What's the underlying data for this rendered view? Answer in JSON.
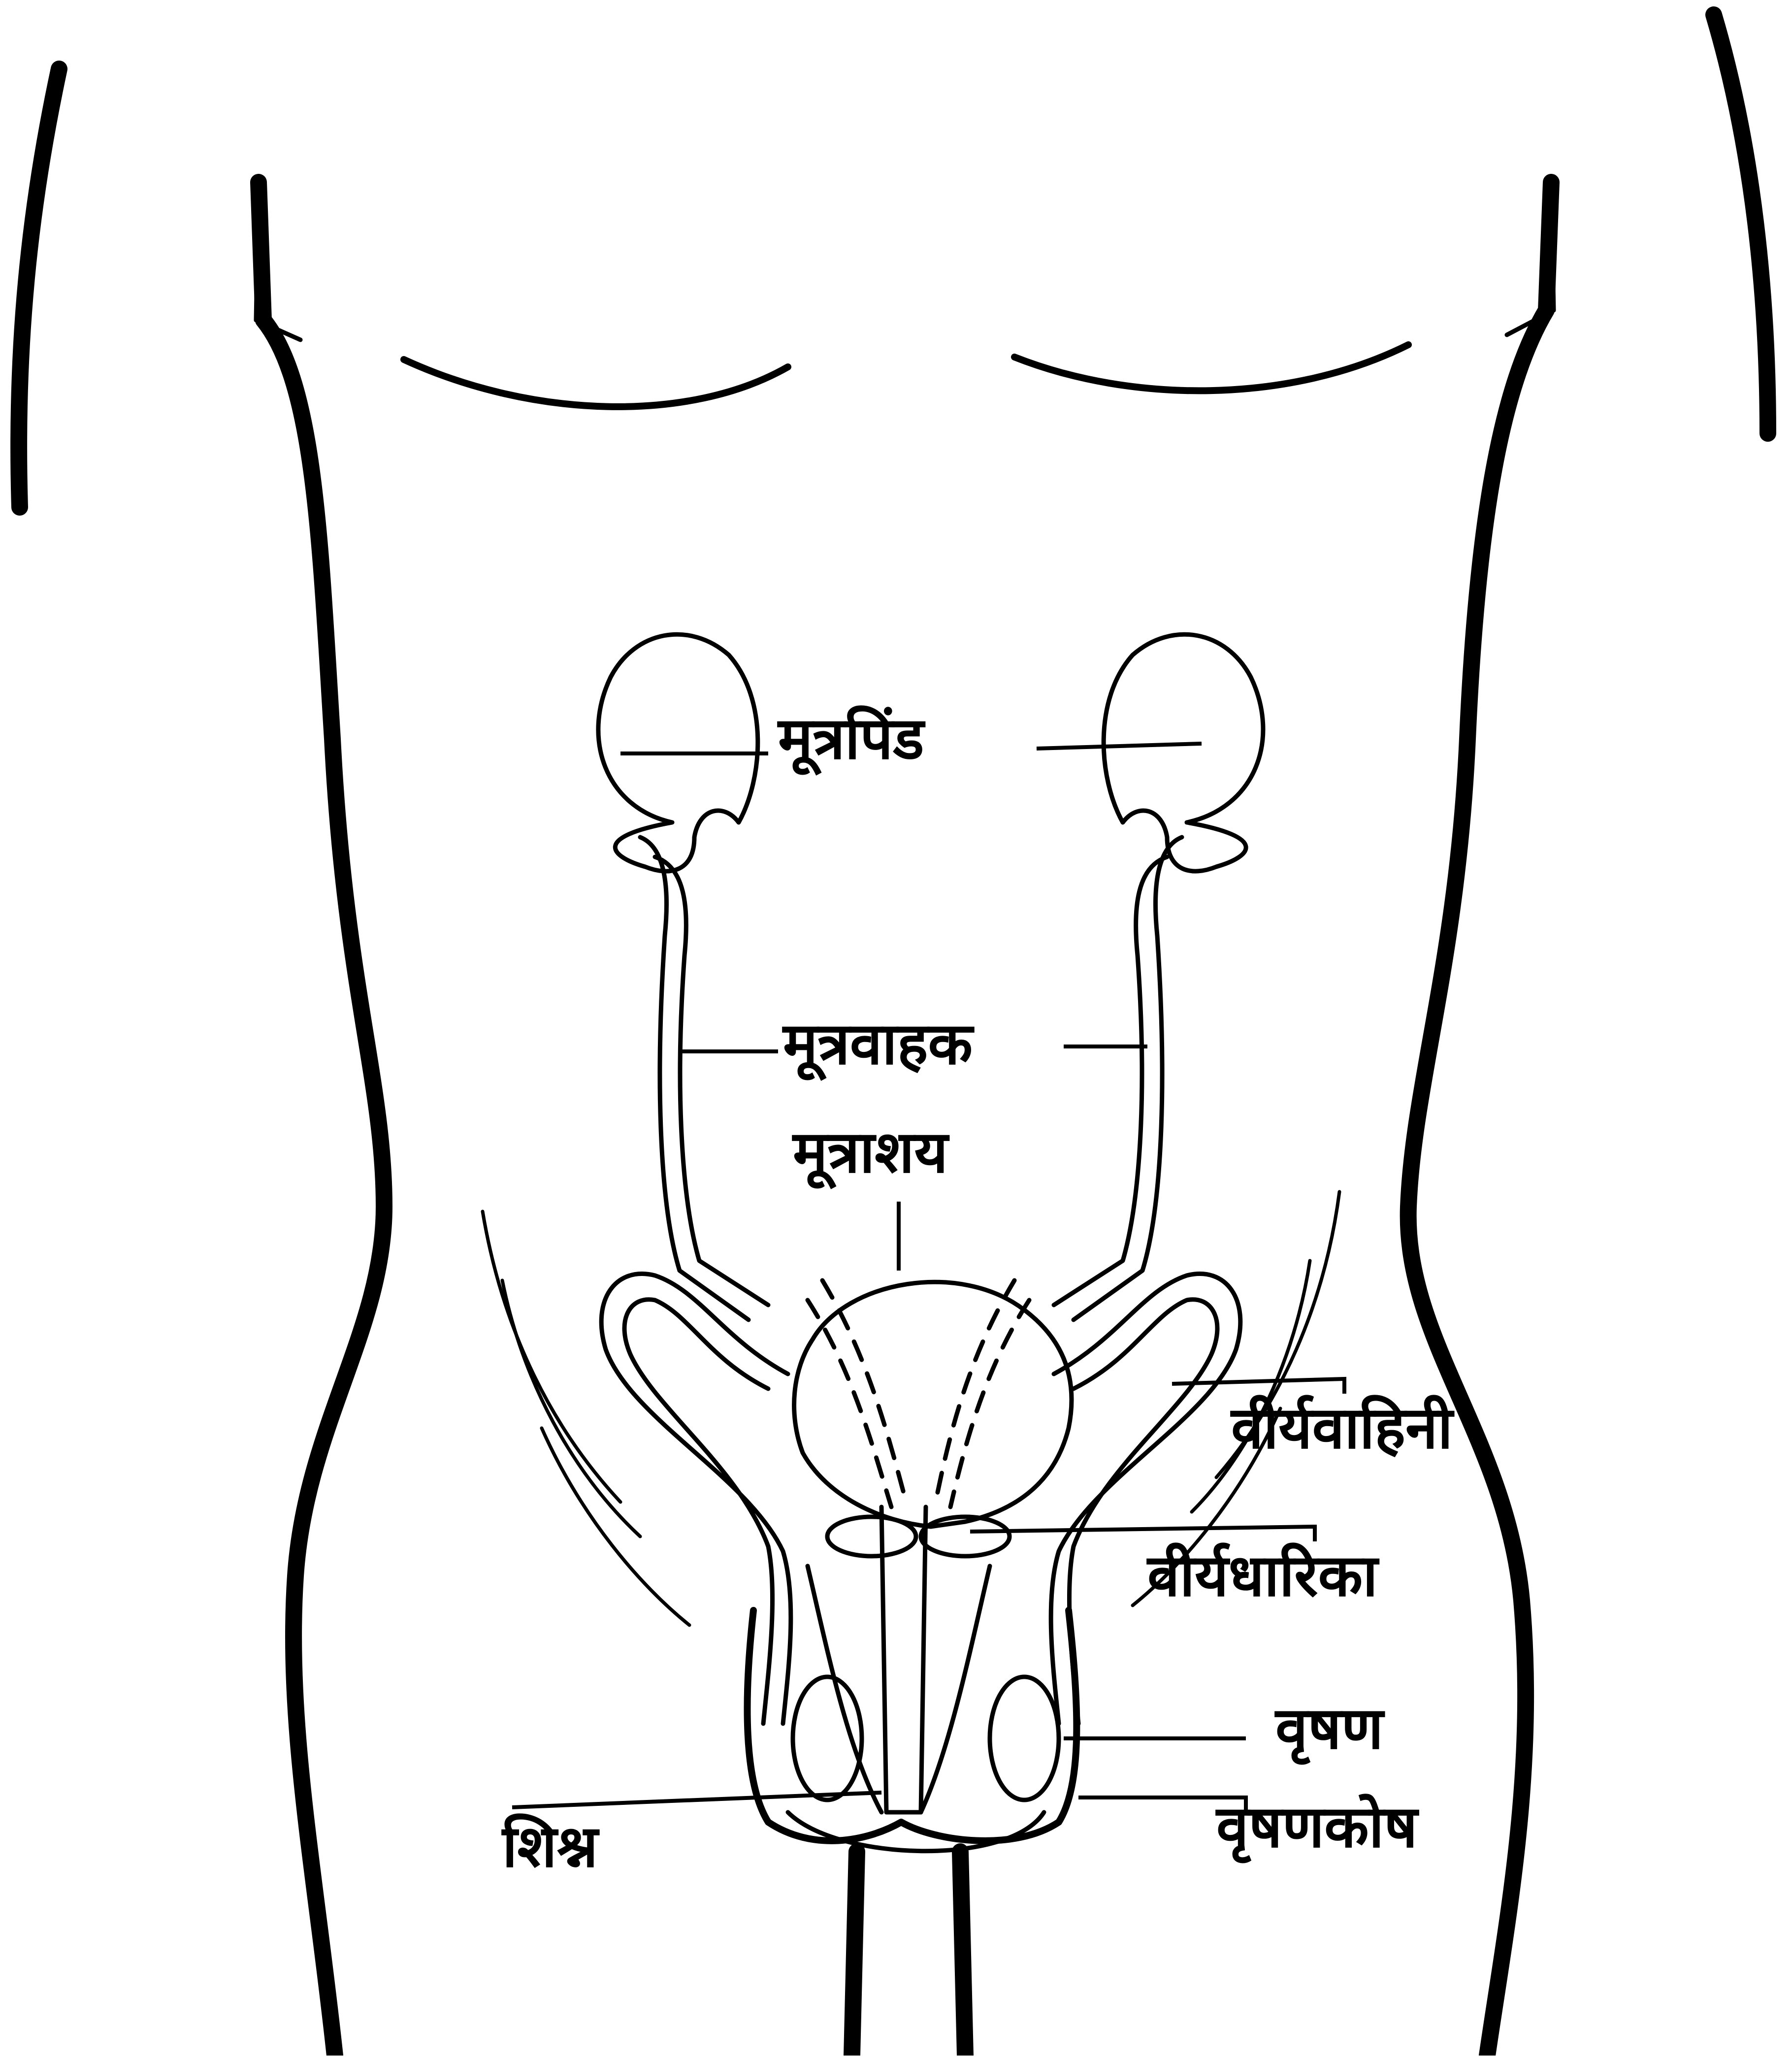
{
  "diagram": {
    "labels": {
      "kidney": "मूत्रपिंड",
      "ureter": "मूत्रवाहक",
      "bladder": "मूत्राशय",
      "vas_deferens": "वीर्यवाहिनी",
      "seminal_vesicle": "वीर्यधारिका",
      "testis": "वृषण",
      "scrotum": "वृषणकोष",
      "penis": "शिश्न"
    }
  }
}
